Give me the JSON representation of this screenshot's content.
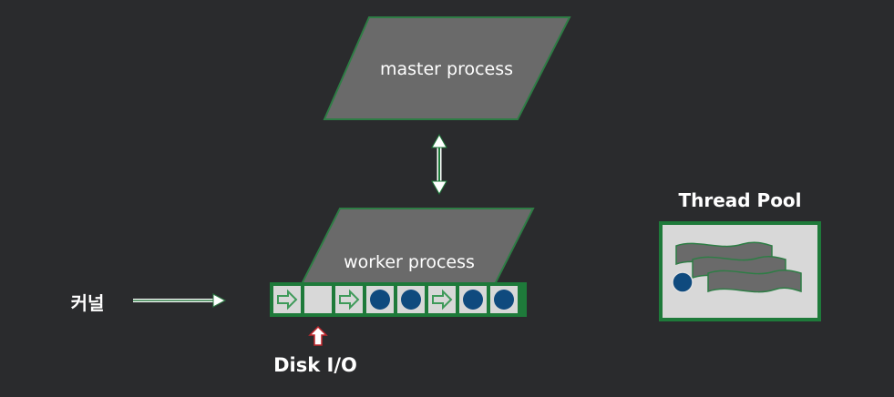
{
  "master": {
    "label": "master process"
  },
  "worker": {
    "label": "worker process"
  },
  "kernel": {
    "label": "커널"
  },
  "disk": {
    "label": "Disk I/O"
  },
  "thread_pool": {
    "title": "Thread Pool"
  },
  "queue": {
    "cells": [
      "arrow",
      "empty",
      "arrow",
      "dot",
      "dot",
      "arrow",
      "dot",
      "dot"
    ]
  },
  "colors": {
    "background": "#2a2b2d",
    "shape_fill": "#6a6a6a",
    "green": "#1e7a3a",
    "arrow_green": "#3f9a5a",
    "dot_blue": "#0f4a7e",
    "disk_arrow": "#c0272d",
    "pool_bg": "#d8d8d8"
  }
}
